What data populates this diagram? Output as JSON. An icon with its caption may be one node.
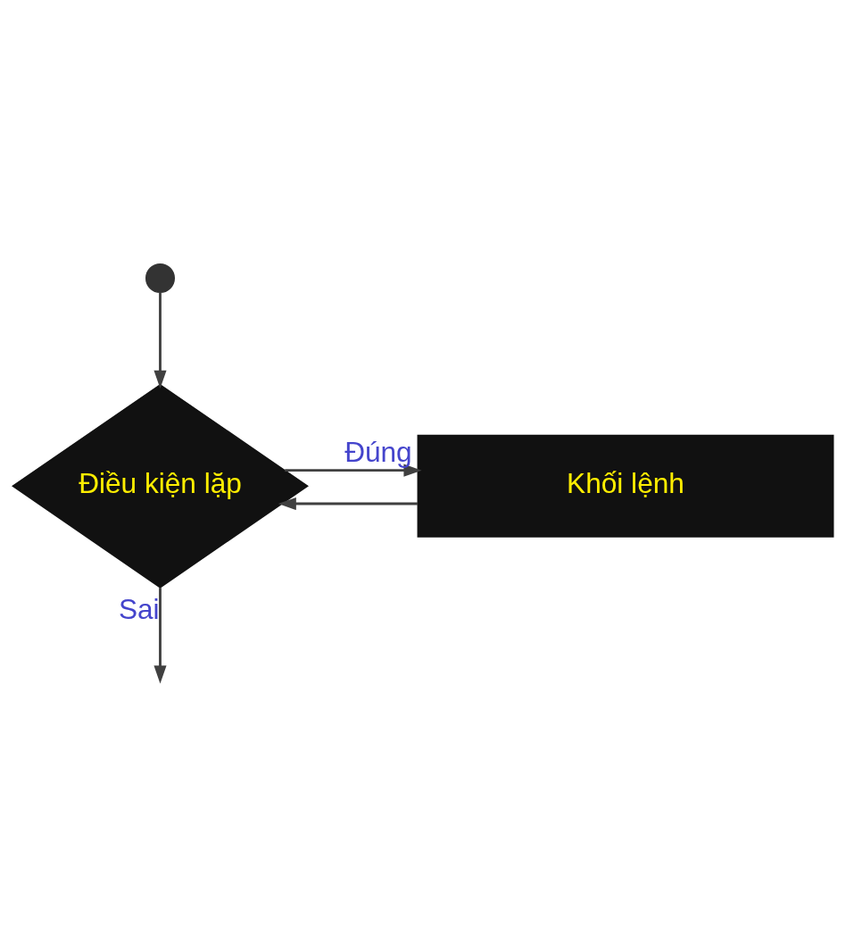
{
  "diagram": {
    "nodes": [
      {
        "text": [],
        "shape": "circle"
      },
      {
        "text": [
          "Điều kiện lặp"
        ]
      },
      {
        "text": [
          "Khối lệnh"
        ]
      }
    ],
    "edges": [
      {
        "from": 0,
        "to": 1,
        "arrow": "to"
      },
      {
        "from": 1,
        "to": 2,
        "arrow": "to",
        "label": "Đúng"
      },
      {
        "from": 2,
        "to": 1,
        "arrow": "to"
      },
      {
        "from": 1,
        "to": null,
        "arrow": "to",
        "label": "Sai"
      }
    ]
  }
}
